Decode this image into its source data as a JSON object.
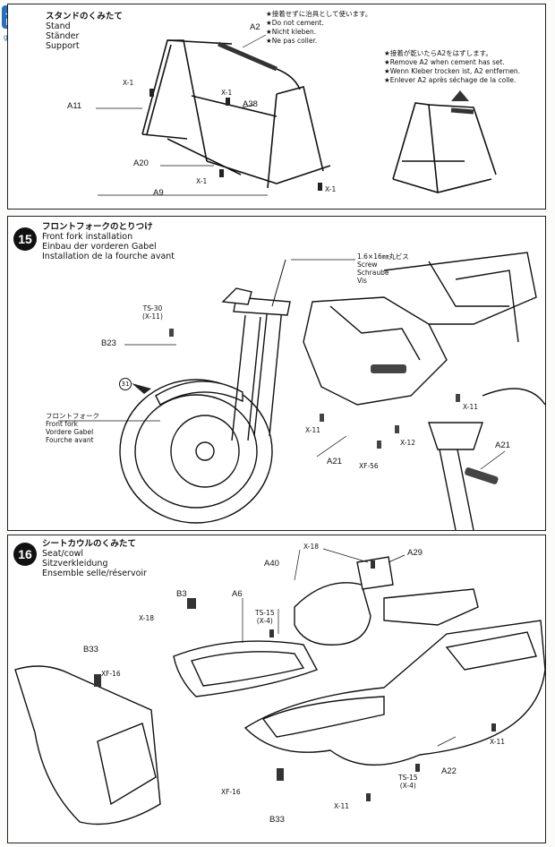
{
  "step14": {
    "title_jp": "スタンドのくみたて",
    "title_en": "Stand",
    "title_de": "Ständer",
    "title_fr": "Support",
    "note1_lines": [
      "★接着せずに治具として使います。",
      "★Do not cement.",
      "★Nicht kleben.",
      "★Ne pas coller."
    ],
    "note2_lines": [
      "★接着が乾いたらA2をはずします。",
      "★Remove A2 when cement has set.",
      "★Wenn Kleber trocken ist, A2 entfernen.",
      "★Enlever A2 après séchage de la colle."
    ],
    "labels": {
      "a2": "A2",
      "a11": "A11",
      "a38": "A38",
      "a20": "A20",
      "a9": "A9",
      "x1a": "X-1",
      "x1b": "X-1",
      "x1c": "X-1",
      "x1d": "X-1"
    }
  },
  "step15": {
    "number": "15",
    "title_jp": "フロントフォークのとりつけ",
    "title_en": "Front fork installation",
    "title_de": "Einbau der vorderen Gabel",
    "title_fr": "Installation de la fourche avant",
    "screw_lines": [
      "1.6×16㎜丸ビス",
      "Screw",
      "Schraube",
      "Vis"
    ],
    "fork_lines": [
      "フロントフォーク",
      "Front fork",
      "Vordere Gabel",
      "Fourche avant"
    ],
    "labels": {
      "ts30": "TS-30",
      "ts30b": "(X-11)",
      "b23": "B23",
      "c31": "31",
      "x11a": "X-11",
      "x11b": "X-11",
      "a21a": "A21",
      "xf56": "XF-56",
      "x12": "X-12",
      "a21b": "A21"
    }
  },
  "step16": {
    "number": "16",
    "title_jp": "シートカウルのくみたて",
    "title_en": "Seat/cowl",
    "title_de": "Sitzverkleidung",
    "title_fr": "Ensemble selle/réservoir",
    "labels": {
      "x18a": "X-18",
      "a29": "A29",
      "a40": "A40",
      "b3": "B3",
      "a6": "A6",
      "ts15a": "TS-15",
      "ts15a2": "(X-4)",
      "x18b": "X-18",
      "b33a": "B33",
      "xf16a": "XF-16",
      "x11a": "X-11",
      "a22": "A22",
      "ts15b": "TS-15",
      "ts15b2": "(X-4)",
      "xf16b": "XF-16",
      "x11b": "X-11",
      "b33b": "B33"
    }
  },
  "watermark": {
    "brand": "高手",
    "site": "ggg.com"
  }
}
